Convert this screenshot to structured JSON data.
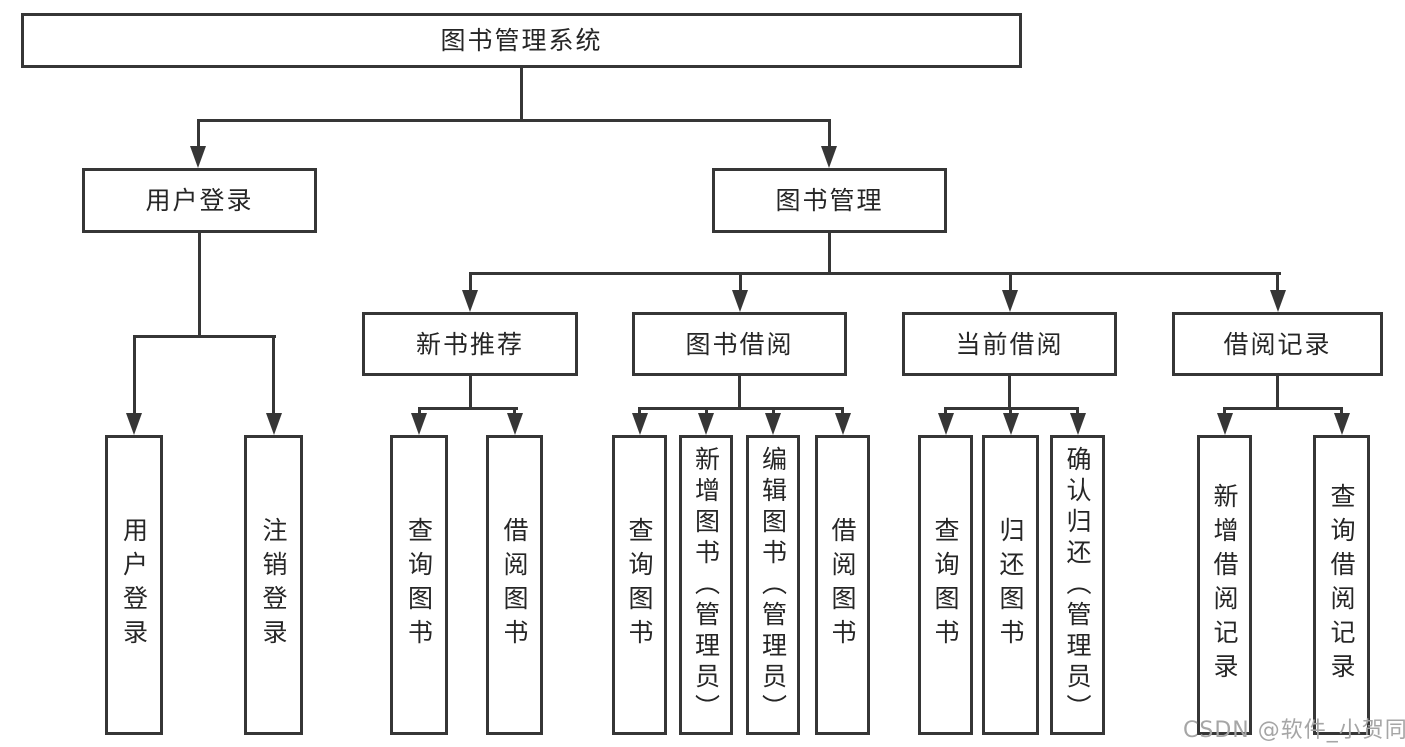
{
  "title": "图书管理系统",
  "colors": {
    "line": "#363636",
    "text": "#262626",
    "background": "#ffffff",
    "watermark": "#a6a6a6"
  },
  "watermark": {
    "text": "CSDN @软件_小贺同学"
  },
  "tree": {
    "root": {
      "label": "图书管理系统"
    },
    "branches": [
      {
        "label": "用户登录",
        "children": [
          {
            "label": "用户登录"
          },
          {
            "label": "注销登录"
          }
        ]
      },
      {
        "label": "图书管理",
        "children": [
          {
            "label": "新书推荐",
            "children": [
              {
                "label": "查询图书"
              },
              {
                "label": "借阅图书"
              }
            ]
          },
          {
            "label": "图书借阅",
            "children": [
              {
                "label": "查询图书"
              },
              {
                "label": "新增图书（管理员）"
              },
              {
                "label": "编辑图书（管理员）"
              },
              {
                "label": "借阅图书"
              }
            ]
          },
          {
            "label": "当前借阅",
            "children": [
              {
                "label": "查询图书"
              },
              {
                "label": "归还图书"
              },
              {
                "label": "确认归还（管理员）"
              }
            ]
          },
          {
            "label": "借阅记录",
            "children": [
              {
                "label": "新增借阅记录"
              },
              {
                "label": "查询借阅记录"
              }
            ]
          }
        ]
      }
    ]
  }
}
